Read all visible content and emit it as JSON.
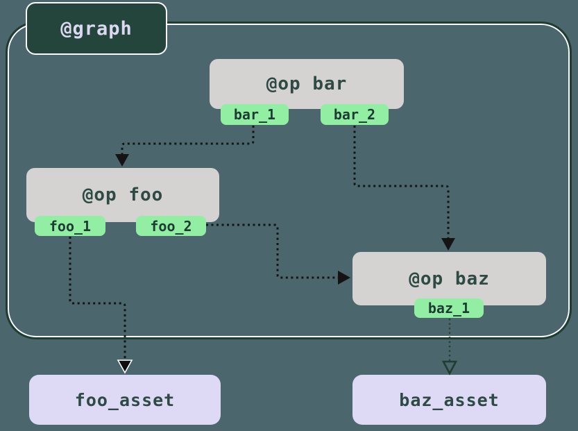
{
  "diagram": {
    "graph_label": "@graph",
    "ops": [
      {
        "id": "bar",
        "label": "@op bar",
        "outputs": [
          "bar_1",
          "bar_2"
        ]
      },
      {
        "id": "foo",
        "label": "@op foo",
        "outputs": [
          "foo_1",
          "foo_2"
        ]
      },
      {
        "id": "baz",
        "label": "@op baz",
        "outputs": [
          "baz_1"
        ]
      }
    ],
    "assets": [
      {
        "id": "foo_asset",
        "label": "foo_asset"
      },
      {
        "id": "baz_asset",
        "label": "baz_asset"
      }
    ],
    "edges": [
      {
        "from": "bar.bar_1",
        "to": "foo"
      },
      {
        "from": "bar.bar_2",
        "to": "baz"
      },
      {
        "from": "foo.foo_1",
        "to": "foo_asset"
      },
      {
        "from": "foo.foo_2",
        "to": "baz"
      },
      {
        "from": "baz.baz_1",
        "to": "baz_asset"
      }
    ],
    "colors": {
      "background": "#4b666c",
      "graph_box_fill": "#24453c",
      "graph_box_text": "#dcd8f2",
      "graph_border_dark": "#1f3d31",
      "graph_border_light": "#fdfdfd",
      "op_fill": "#d5d3d1",
      "op_text": "#2d4a44",
      "output_fill": "#92eea3",
      "output_text": "#1d3a33",
      "asset_fill": "#ded9f5",
      "asset_text": "#2d4a44",
      "edge": "#141414"
    }
  }
}
